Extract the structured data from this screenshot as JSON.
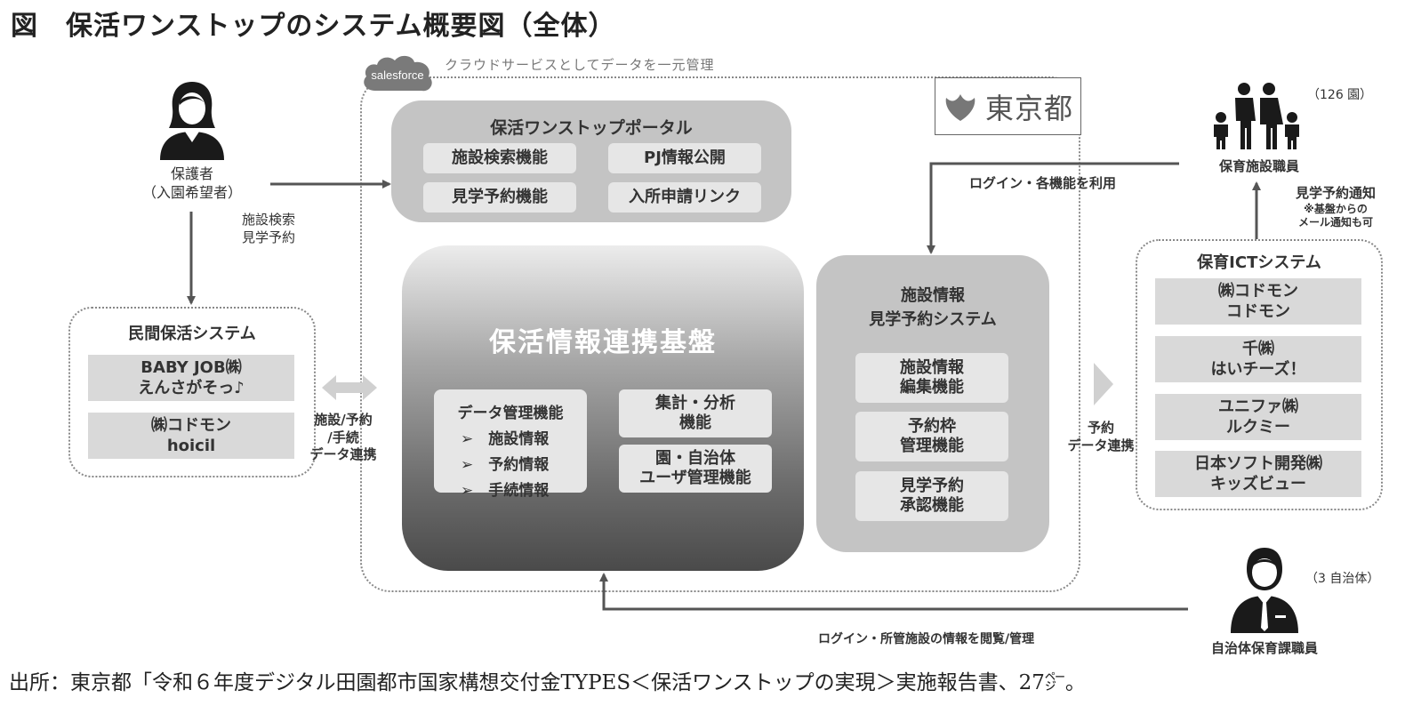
{
  "title": "図　保活ワンストップのシステム概要図（全体）",
  "salesforce": {
    "logo_text": "salesforce",
    "caption": "クラウドサービスとしてデータを一元管理"
  },
  "tokyo_logo": {
    "text": "東京都"
  },
  "portal": {
    "title": "保活ワンストップポータル",
    "items": [
      "施設検索機能",
      "PJ情報公開",
      "見学予約機能",
      "入所申請リンク"
    ]
  },
  "core": {
    "title": "保活情報連携基盤",
    "data_mgmt": {
      "title": "データ管理機能",
      "items": [
        "施設情報",
        "予約情報",
        "手続情報"
      ]
    },
    "aggregate": {
      "line1": "集計・分析",
      "line2": "機能"
    },
    "user_mgmt": {
      "line1": "園・自治体",
      "line2": "ユーザ管理機能"
    }
  },
  "facility_system": {
    "title_line1": "施設情報",
    "title_line2": "見学予約システム",
    "items": [
      {
        "line1": "施設情報",
        "line2": "編集機能"
      },
      {
        "line1": "予約枠",
        "line2": "管理機能"
      },
      {
        "line1": "見学予約",
        "line2": "承認機能"
      }
    ]
  },
  "guardian": {
    "label_line1": "保護者",
    "label_line2": "（入園希望者）"
  },
  "search_label": {
    "line1": "施設検索",
    "line2": "見学予約"
  },
  "private_system": {
    "title": "民間保活システム",
    "items": [
      {
        "line1": "BABY JOB㈱",
        "line2": "えんさがそっ♪"
      },
      {
        "line1": "㈱コドモン",
        "line2": "hoicil"
      }
    ]
  },
  "link_label": {
    "line1": "施設/予約",
    "line2": "/手続",
    "line3": "データ連携"
  },
  "staff": {
    "label": "保育施設職員",
    "count": "（126 園）"
  },
  "login_label": "ログイン・各機能を利用",
  "notify": {
    "line1": "見学予約通知",
    "line2": "※基盤からの",
    "line3": "メール通知も可"
  },
  "ict_system": {
    "title": "保育ICTシステム",
    "items": [
      {
        "line1": "㈱コドモン",
        "line2": "コドモン"
      },
      {
        "line1": "千㈱",
        "line2": "はいチーズ！"
      },
      {
        "line1": "ユニファ㈱",
        "line2": "ルクミー"
      },
      {
        "line1": "日本ソフト開発㈱",
        "line2": "キッズビュー"
      }
    ]
  },
  "reserve_link": {
    "line1": "予約",
    "line2": "データ連携"
  },
  "municipal": {
    "label": "自治体保育課職員",
    "count": "（3 自治体）"
  },
  "municipal_login": "ログイン・所管施設の情報を閲覧/管理",
  "source": "出所：東京都「令和６年度デジタル田園都市国家構想交付金TYPES＜保活ワンストップの実現＞実施報告書、27㌻。"
}
